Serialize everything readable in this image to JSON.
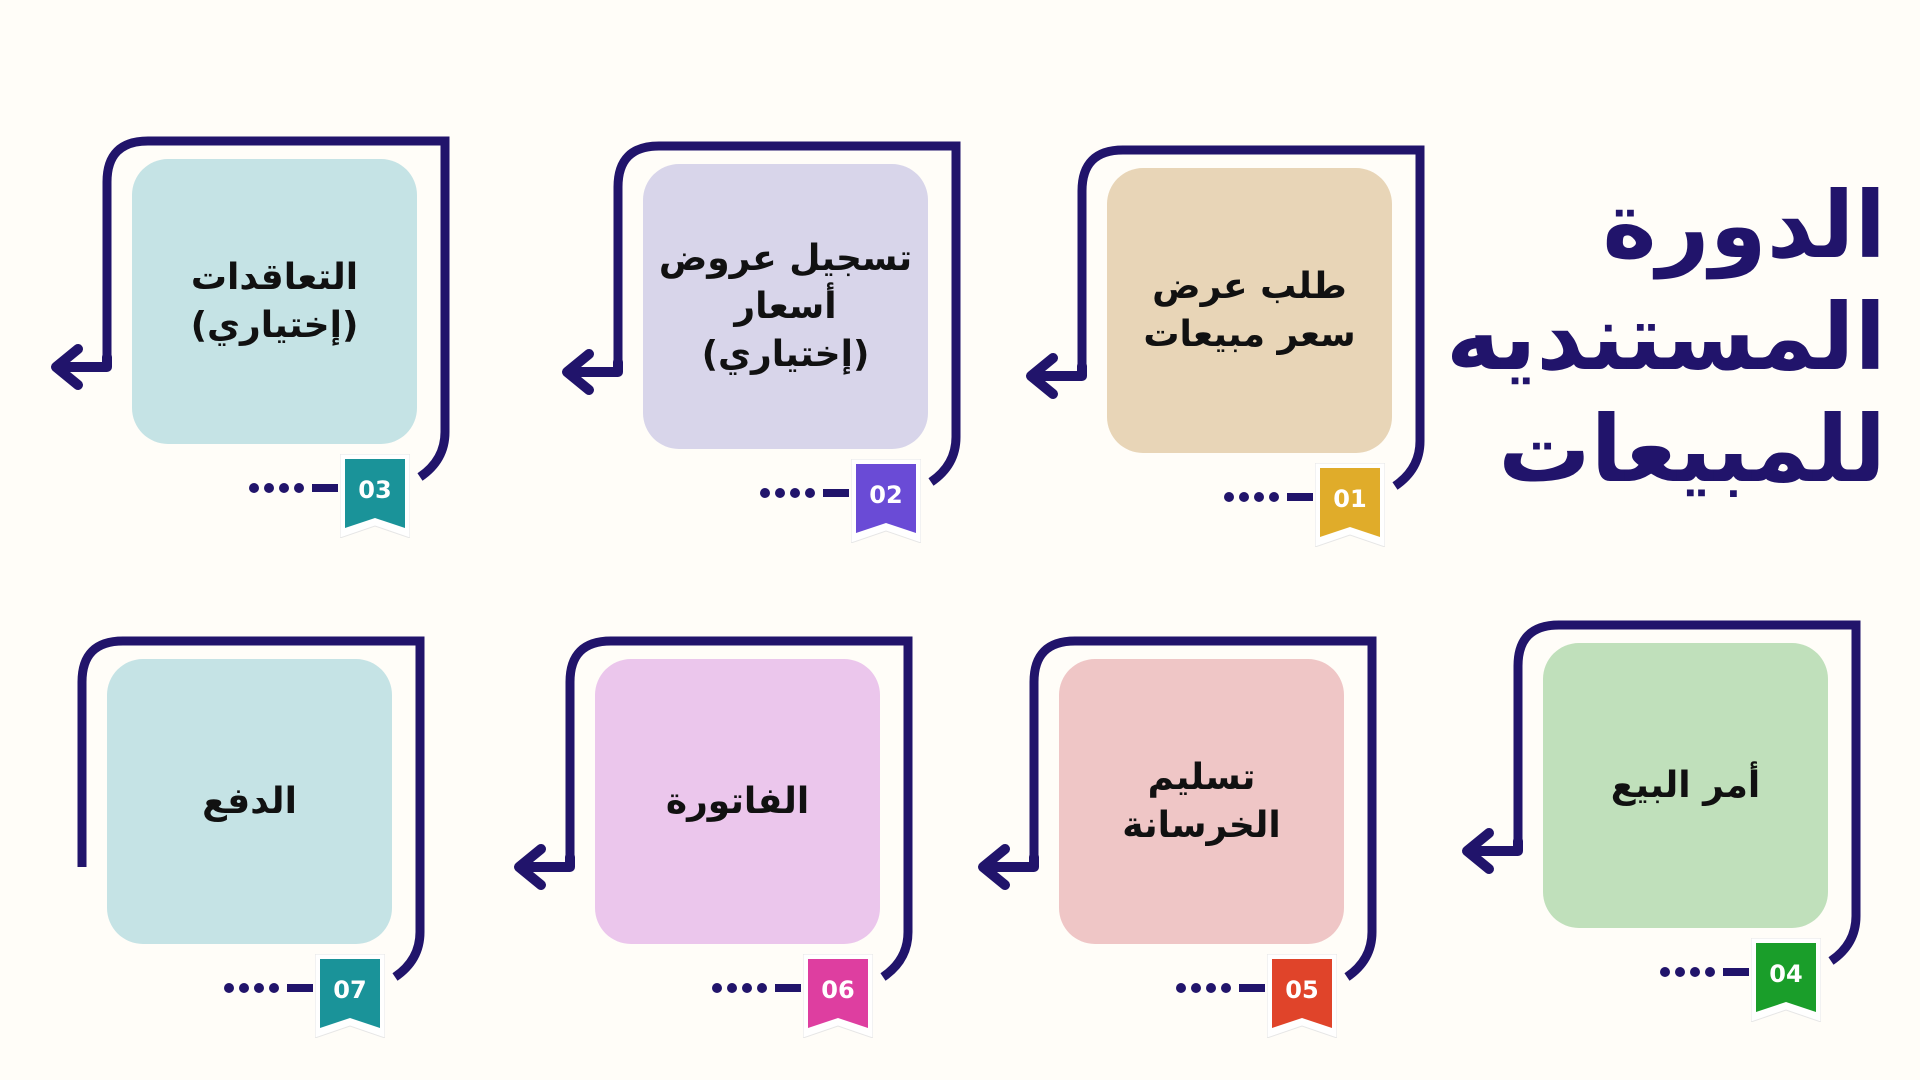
{
  "title": {
    "line1": "الدورة",
    "line2": "المستنديه",
    "line3": "للمبيعات"
  },
  "frame_color": "#21146b",
  "steps": [
    {
      "number": "01",
      "label": "طلب عرض سعر مبيعات",
      "box_color": "#e8d5b7",
      "badge_color": "#e0ac2a",
      "arrow": true
    },
    {
      "number": "02",
      "label": "تسجيل عروض أسعار (إختياري)",
      "box_color": "#d8d5ea",
      "badge_color": "#6a4bd6",
      "arrow": true
    },
    {
      "number": "03",
      "label": "التعاقدات (إختياري)",
      "box_color": "#c5e3e5",
      "badge_color": "#1a9399",
      "arrow": true
    },
    {
      "number": "04",
      "label": "أمر البيع",
      "box_color": "#c0e0bb",
      "badge_color": "#1a9e2a",
      "arrow": true
    },
    {
      "number": "05",
      "label": "تسليم الخرسانة",
      "box_color": "#efc6c6",
      "badge_color": "#e0442a",
      "arrow": true
    },
    {
      "number": "06",
      "label": "الفاتورة",
      "box_color": "#ebc6ec",
      "badge_color": "#de3ea0",
      "arrow": true
    },
    {
      "number": "07",
      "label": "الدفع",
      "box_color": "#c5e3e5",
      "badge_color": "#1a9399",
      "arrow": false
    }
  ]
}
